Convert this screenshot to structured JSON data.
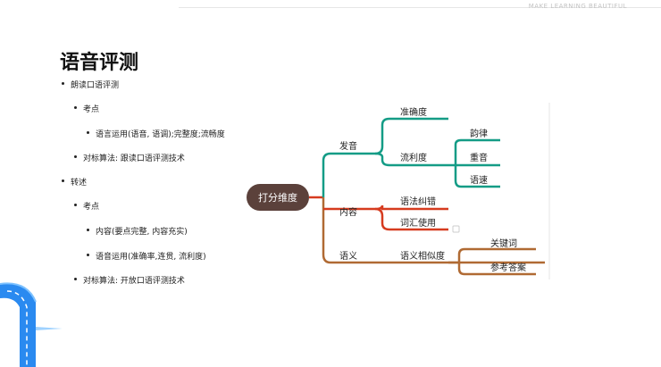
{
  "header": {
    "tagline": "MAKE LEARNING BEAUTIFUL"
  },
  "slide": {
    "title": "语音评测",
    "bullets": [
      "朗读口语评测",
      "考点",
      "语言运用(语音, 语调);完整度;流畅度",
      "对标算法: 跟读口语评测技术",
      "转述",
      "考点",
      "内容(要点完整, 内容充实)",
      "语音运用(准确率,连贯, 流利度)",
      "对标算法: 开放口语评测技术"
    ]
  },
  "mindmap": {
    "root": "打分维度",
    "branches": [
      {
        "label": "发音",
        "color": "#149c86",
        "children": [
          {
            "label": "准确度",
            "children": []
          },
          {
            "label": "流利度",
            "children": [
              "韵律",
              "重音",
              "语速"
            ]
          }
        ]
      },
      {
        "label": "内容",
        "color": "#d63b1f",
        "children": [
          {
            "label": "语法纠错",
            "children": []
          },
          {
            "label": "词汇使用",
            "children": []
          }
        ]
      },
      {
        "label": "语义",
        "color": "#b06a33",
        "children": [
          {
            "label": "语义相似度",
            "children": [
              "关键词",
              "参考答案"
            ]
          }
        ]
      }
    ]
  }
}
